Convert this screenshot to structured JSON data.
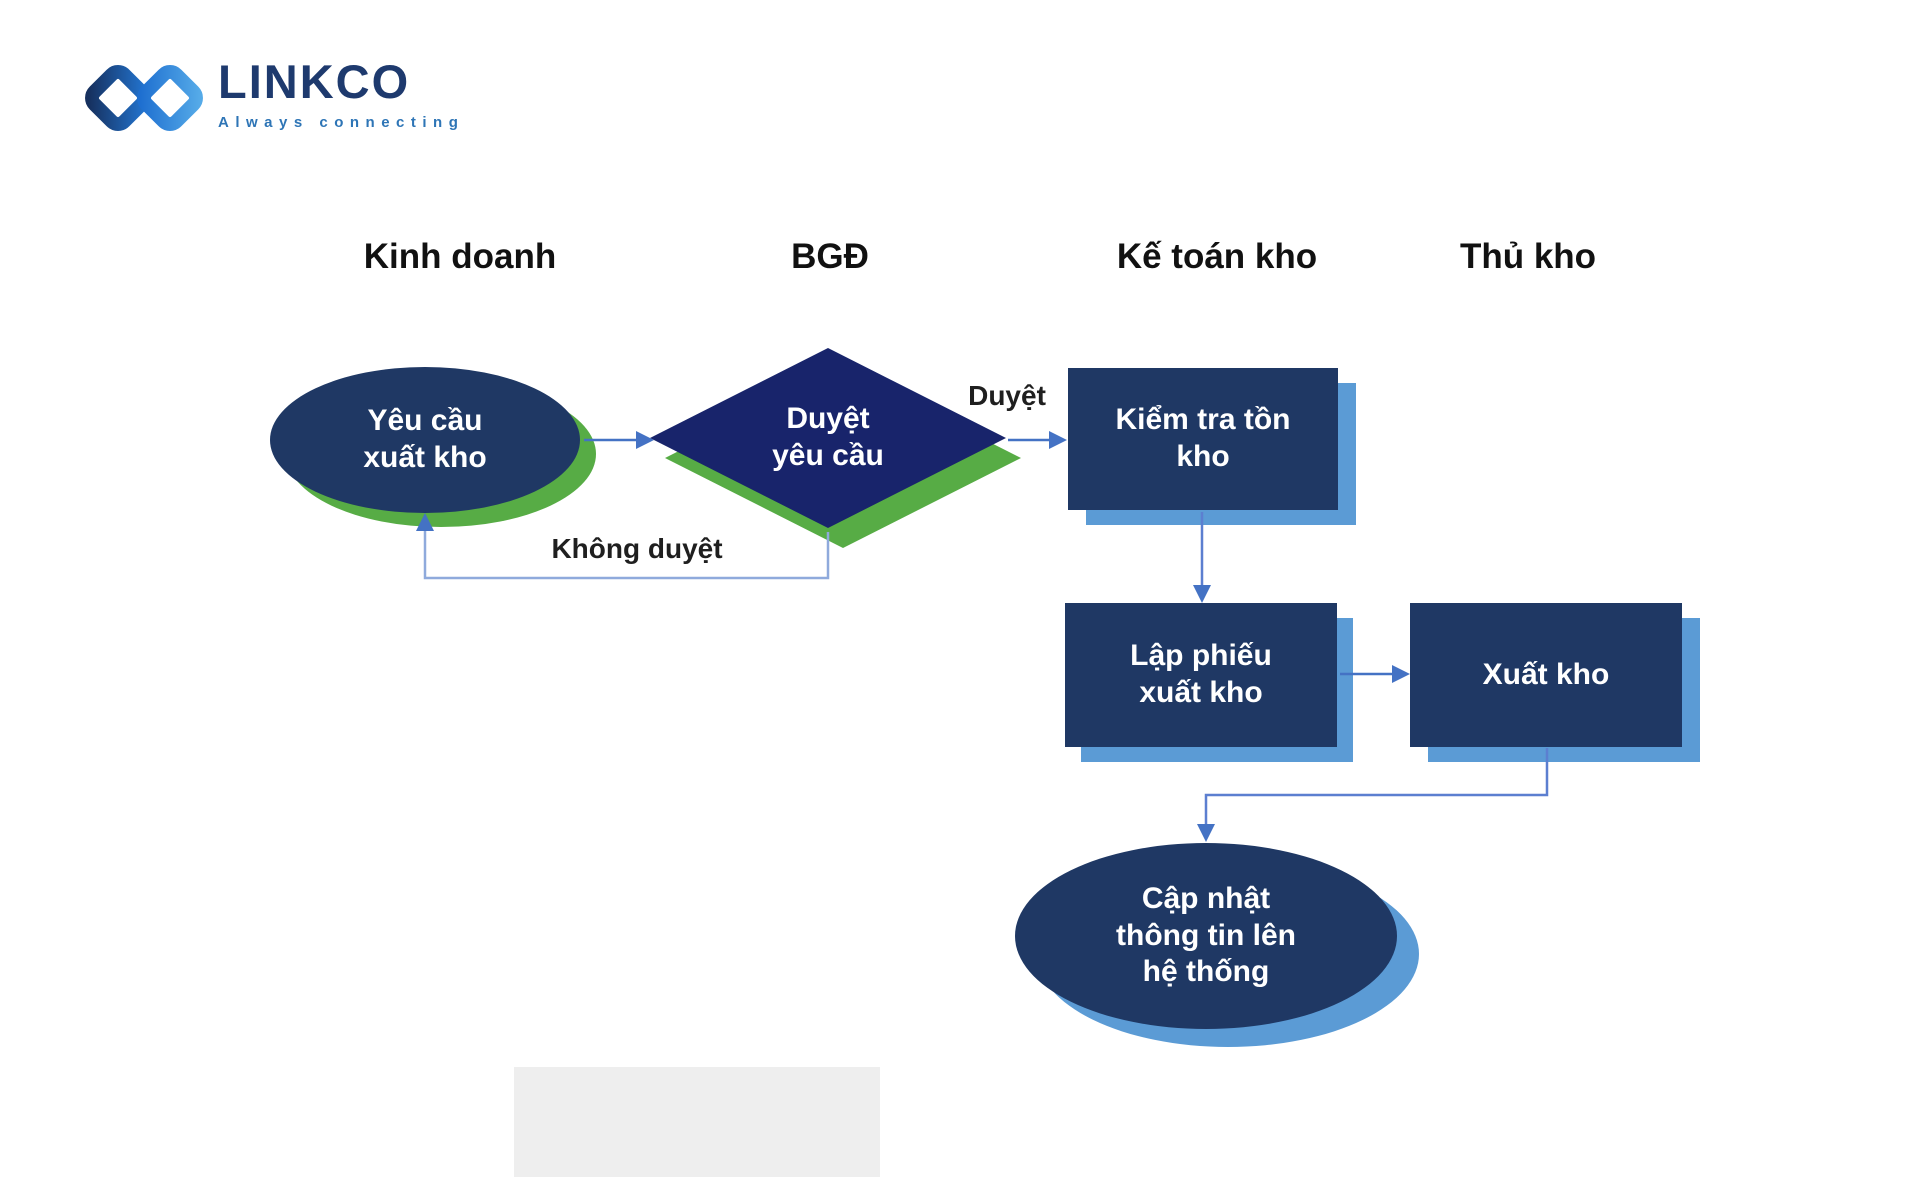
{
  "logo": {
    "name": "LINKCO",
    "tagline": "Always connecting"
  },
  "lanes": [
    {
      "label": "Kinh doanh"
    },
    {
      "label": "BGĐ"
    },
    {
      "label": "Kế toán kho"
    },
    {
      "label": "Thủ kho"
    }
  ],
  "nodes": {
    "request": {
      "shape": "ellipse",
      "lane": "Kinh doanh",
      "lines": [
        "Yêu cầu",
        "xuất kho"
      ]
    },
    "approve": {
      "shape": "diamond",
      "lane": "BGĐ",
      "lines": [
        "Duyệt",
        "yêu cầu"
      ]
    },
    "check_stock": {
      "shape": "rect",
      "lane": "Kế toán kho",
      "lines": [
        "Kiểm tra tồn",
        "kho"
      ]
    },
    "create_slip": {
      "shape": "rect",
      "lane": "Kế toán kho",
      "lines": [
        "Lập phiếu",
        "xuất kho"
      ]
    },
    "issue": {
      "shape": "rect",
      "lane": "Thủ kho",
      "lines": [
        "Xuất kho"
      ]
    },
    "update_system": {
      "shape": "ellipse",
      "lane": "Kế toán kho",
      "lines": [
        "Cập nhật",
        "thông tin lên",
        "hệ thống"
      ]
    }
  },
  "edge_labels": {
    "approved": "Duyệt",
    "rejected": "Không duyệt"
  },
  "colors": {
    "navy": "#1f3864",
    "diamond": "#18246b",
    "green": "#57ac45",
    "shadow_blue": "#5b9bd5",
    "arrow": "#4472c4",
    "arrow_mid": "#5c7fd0",
    "arrow_light": "#8faadc",
    "header_text": "#111111",
    "label_text": "#1f1f1f",
    "wordmark": "#1e3a6e",
    "tagline": "#2e75b6",
    "placeholder": "#eeeeee",
    "bg": "#ffffff",
    "node_text": "#ffffff"
  }
}
